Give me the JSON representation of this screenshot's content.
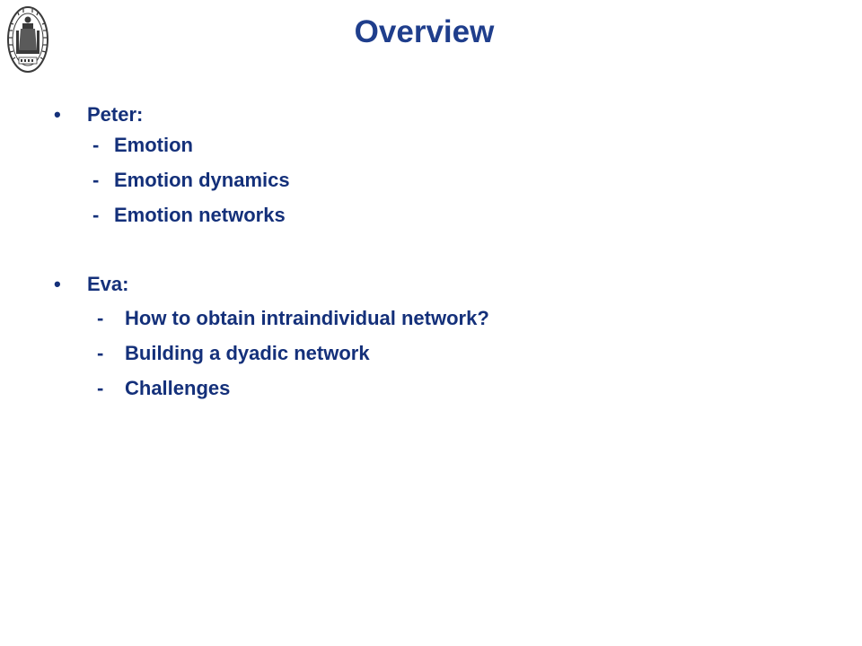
{
  "slide": {
    "title": "Overview",
    "logo_icon": "university-seal-icon",
    "sections": [
      {
        "heading": "Peter:",
        "items": [
          "Emotion",
          "Emotion dynamics",
          "Emotion networks"
        ]
      },
      {
        "heading": "Eva:",
        "items": [
          "How to obtain intraindividual network?",
          "Building a dyadic network",
          "Challenges"
        ]
      }
    ],
    "bullet_char": "•",
    "dash_char": "-"
  },
  "colors": {
    "title": "#1f3e8c",
    "text": "#14307a",
    "seal": "#3a3a3a"
  }
}
